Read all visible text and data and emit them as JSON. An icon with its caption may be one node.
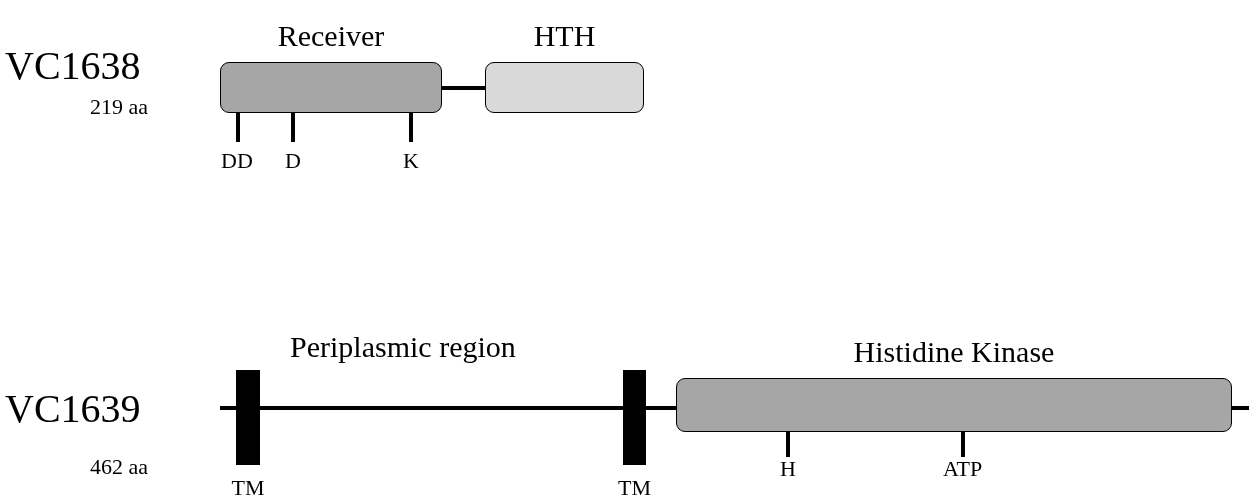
{
  "diagram": {
    "nodes": [
      {
        "text": [
          "Receiver"
        ]
      },
      {
        "text": [
          "HTH"
        ]
      },
      {
        "text": [
          "TM"
        ]
      },
      {
        "text": [
          "TM"
        ]
      },
      {
        "text": [
          "Histidine Kinase"
        ]
      }
    ],
    "edges": [
      {
        "from": 0,
        "to": 1,
        "arrow": "none"
      },
      {
        "from": null,
        "to": 2,
        "arrow": "none"
      },
      {
        "from": 2,
        "to": 3,
        "arrow": "none"
      },
      {
        "from": 3,
        "to": 4,
        "arrow": "none"
      },
      {
        "from": 4,
        "to": null,
        "arrow": "none"
      }
    ],
    "labels": [
      "VC1638",
      "219 aa",
      "DD",
      "D",
      "K",
      "VC1639",
      "462 aa",
      "Periplasmic region",
      "H",
      "ATP"
    ]
  }
}
